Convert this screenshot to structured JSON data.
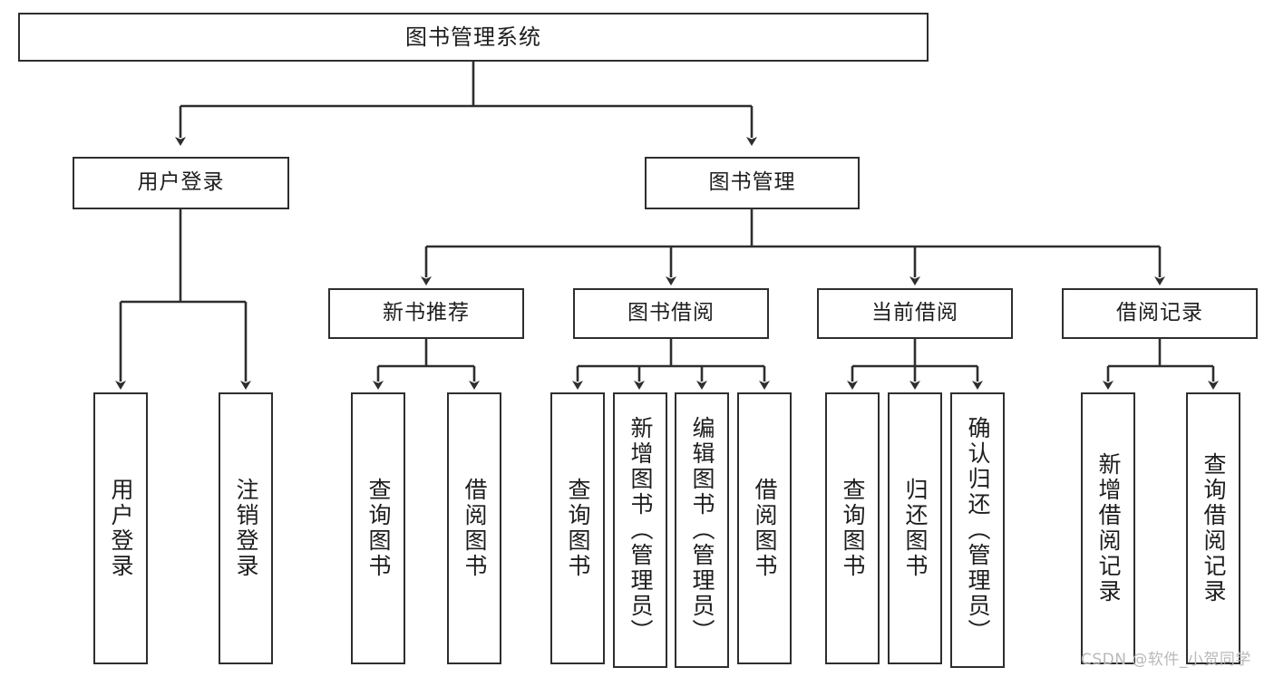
{
  "diagram": {
    "title": "图书管理系统",
    "type": "hierarchy-tree",
    "levels": 4,
    "root": {
      "label": "图书管理系统"
    },
    "level2": [
      {
        "label": "用户登录"
      },
      {
        "label": "图书管理"
      }
    ],
    "level3": [
      {
        "label": "新书推荐"
      },
      {
        "label": "图书借阅"
      },
      {
        "label": "当前借阅"
      },
      {
        "label": "借阅记录"
      }
    ],
    "leaves": {
      "user_login": [
        {
          "label": "用户登录"
        },
        {
          "label": "注销登录"
        }
      ],
      "new_book_recommend": [
        {
          "label": "查询图书"
        },
        {
          "label": "借阅图书"
        }
      ],
      "book_borrow": [
        {
          "label": "查询图书"
        },
        {
          "label": "新增图书（管理员）"
        },
        {
          "label": "编辑图书（管理员）"
        },
        {
          "label": "借阅图书"
        }
      ],
      "current_borrow": [
        {
          "label": "查询图书"
        },
        {
          "label": "归还图书"
        },
        {
          "label": "确认归还（管理员）"
        }
      ],
      "borrow_record": [
        {
          "label": "新增借阅记录"
        },
        {
          "label": "查询借阅记录"
        }
      ]
    }
  },
  "watermark": {
    "text": "CSDN @软件_小贺同学"
  },
  "colors": {
    "stroke": "#2e2e2e",
    "background": "#ffffff",
    "text": "#1d1d1d",
    "watermark": "#b9b9b9"
  }
}
